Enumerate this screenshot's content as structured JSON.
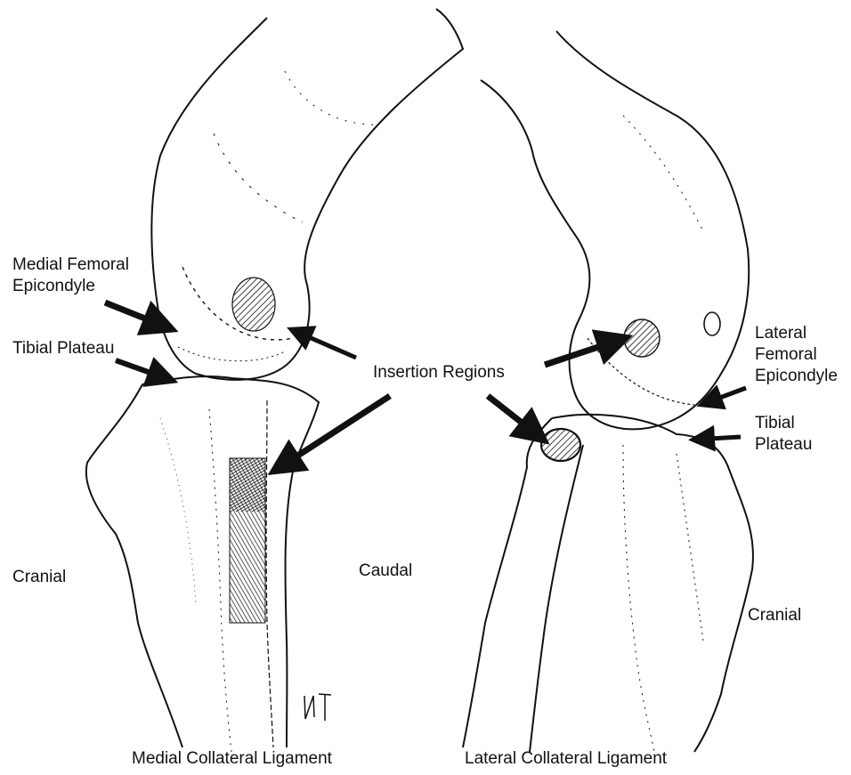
{
  "left_panel": {
    "labels": {
      "medial_femoral_epicondyle_line1": "Medial Femoral",
      "medial_femoral_epicondyle_line2": "Epicondyle",
      "tibial_plateau": "Tibial Plateau",
      "cranial": "Cranial",
      "caudal": "Caudal"
    },
    "caption": "Medial Collateral Ligament"
  },
  "center": {
    "insertion_regions": "Insertion Regions"
  },
  "right_panel": {
    "labels": {
      "lateral_femoral_epicondyle_line1": "Lateral",
      "lateral_femoral_epicondyle_line2": "Femoral",
      "lateral_femoral_epicondyle_line3": "Epicondyle",
      "tibial_plateau_line1": "Tibial",
      "tibial_plateau_line2": "Plateau",
      "cranial": "Cranial"
    },
    "caption": "Lateral Collateral Ligament"
  },
  "colors": {
    "ink": "#111111",
    "background": "#ffffff"
  },
  "icons": {
    "signature": "artist-initials-signature"
  }
}
